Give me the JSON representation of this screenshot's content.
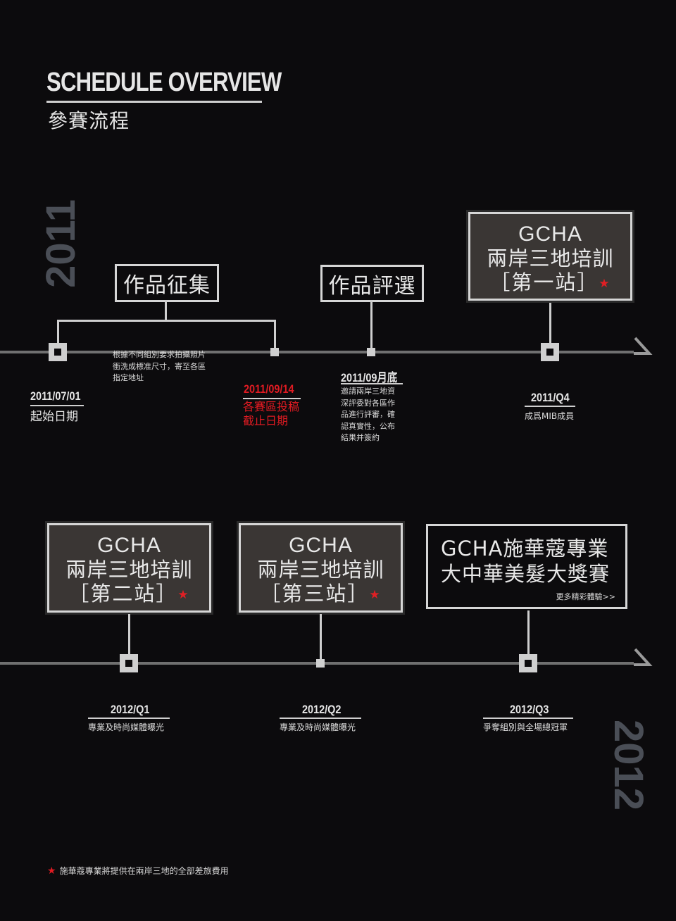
{
  "header": {
    "title_en": "SCHEDULE OVERVIEW",
    "title_zh": "參賽流程"
  },
  "years": {
    "first": "2011",
    "second": "2012"
  },
  "colors": {
    "background": "#0c0b0d",
    "accent_red": "#e11b22",
    "line": "#707070",
    "box_fill": "#3a3634"
  },
  "row1": {
    "box_collect": "作品征集",
    "box_select": "作品評選",
    "gcha1": {
      "l1": "GCHA",
      "l2": "兩岸三地培訓",
      "l3": "［第一站］"
    },
    "collect_desc": [
      "根據不同組別要求拍攝照片",
      "衝洗成標准尺寸，寄至各區",
      "指定地址"
    ],
    "start": {
      "date": "2011/07/01",
      "label": "起始日期"
    },
    "deadline": {
      "date": "2011/09/14",
      "label1": "各賽區投稿",
      "label2": "截止日期"
    },
    "judging": {
      "date": "2011/09月底",
      "desc": [
        "邀請兩岸三地資",
        "深評委對各區作",
        "品進行評審，確",
        "認真實性，公布",
        "結果并簽約"
      ]
    },
    "q4": {
      "date": "2011/Q4",
      "label": "成爲MIB成員"
    }
  },
  "row2": {
    "gcha2": {
      "l1": "GCHA",
      "l2": "兩岸三地培訓",
      "l3": "［第二站］"
    },
    "gcha3": {
      "l1": "GCHA",
      "l2": "兩岸三地培訓",
      "l3": "［第三站］"
    },
    "final": {
      "l1": "GCHA施華蔻專業",
      "l2": "大中華美髮大獎賽",
      "link": "更多精彩體驗>>"
    },
    "q1": {
      "date": "2012/Q1",
      "label": "專業及時尚媒體曝光"
    },
    "q2": {
      "date": "2012/Q2",
      "label": "專業及時尚媒體曝光"
    },
    "q3": {
      "date": "2012/Q3",
      "label": "爭奪組別與全場總冠軍"
    }
  },
  "footnote": {
    "star": "★",
    "text": "施華蔻專業將提供在兩岸三地的全部差旅費用"
  }
}
